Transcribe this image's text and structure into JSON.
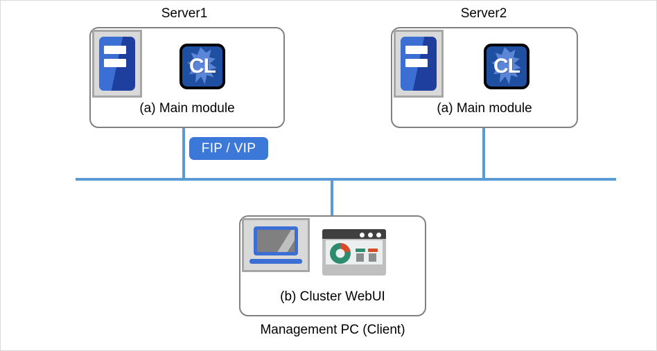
{
  "diagram": {
    "nodes": {
      "server1": {
        "title": "Server1",
        "module_label": "(a) Main module",
        "server_icon_name": "server-rack-icon",
        "cl_icon_name": "cluster-cl-icon",
        "cl_icon_text": "CL"
      },
      "server2": {
        "title": "Server2",
        "module_label": "(a) Main module",
        "server_icon_name": "server-rack-icon",
        "cl_icon_name": "cluster-cl-icon",
        "cl_icon_text": "CL"
      },
      "management_pc": {
        "title": "Management PC (Client)",
        "module_label": "(b) Cluster WebUI",
        "laptop_icon_name": "laptop-icon",
        "browser_icon_name": "browser-dashboard-icon"
      }
    },
    "network": {
      "fip_vip_badge": "FIP / VIP",
      "bus_name": "network-bus-line"
    },
    "colors": {
      "box_border": "#808080",
      "network_line": "#5b9bd5",
      "badge_fill": "#3b78d8",
      "badge_text": "#ffffff",
      "icon_blue": "#3b6fd4",
      "icon_dark_blue": "#1f3f9e",
      "icon_gray": "#d9d9d9",
      "donut_green": "#2e8b6e",
      "donut_red": "#d94a2b",
      "page_border": "#d9d9d9",
      "text": "#000000"
    }
  }
}
